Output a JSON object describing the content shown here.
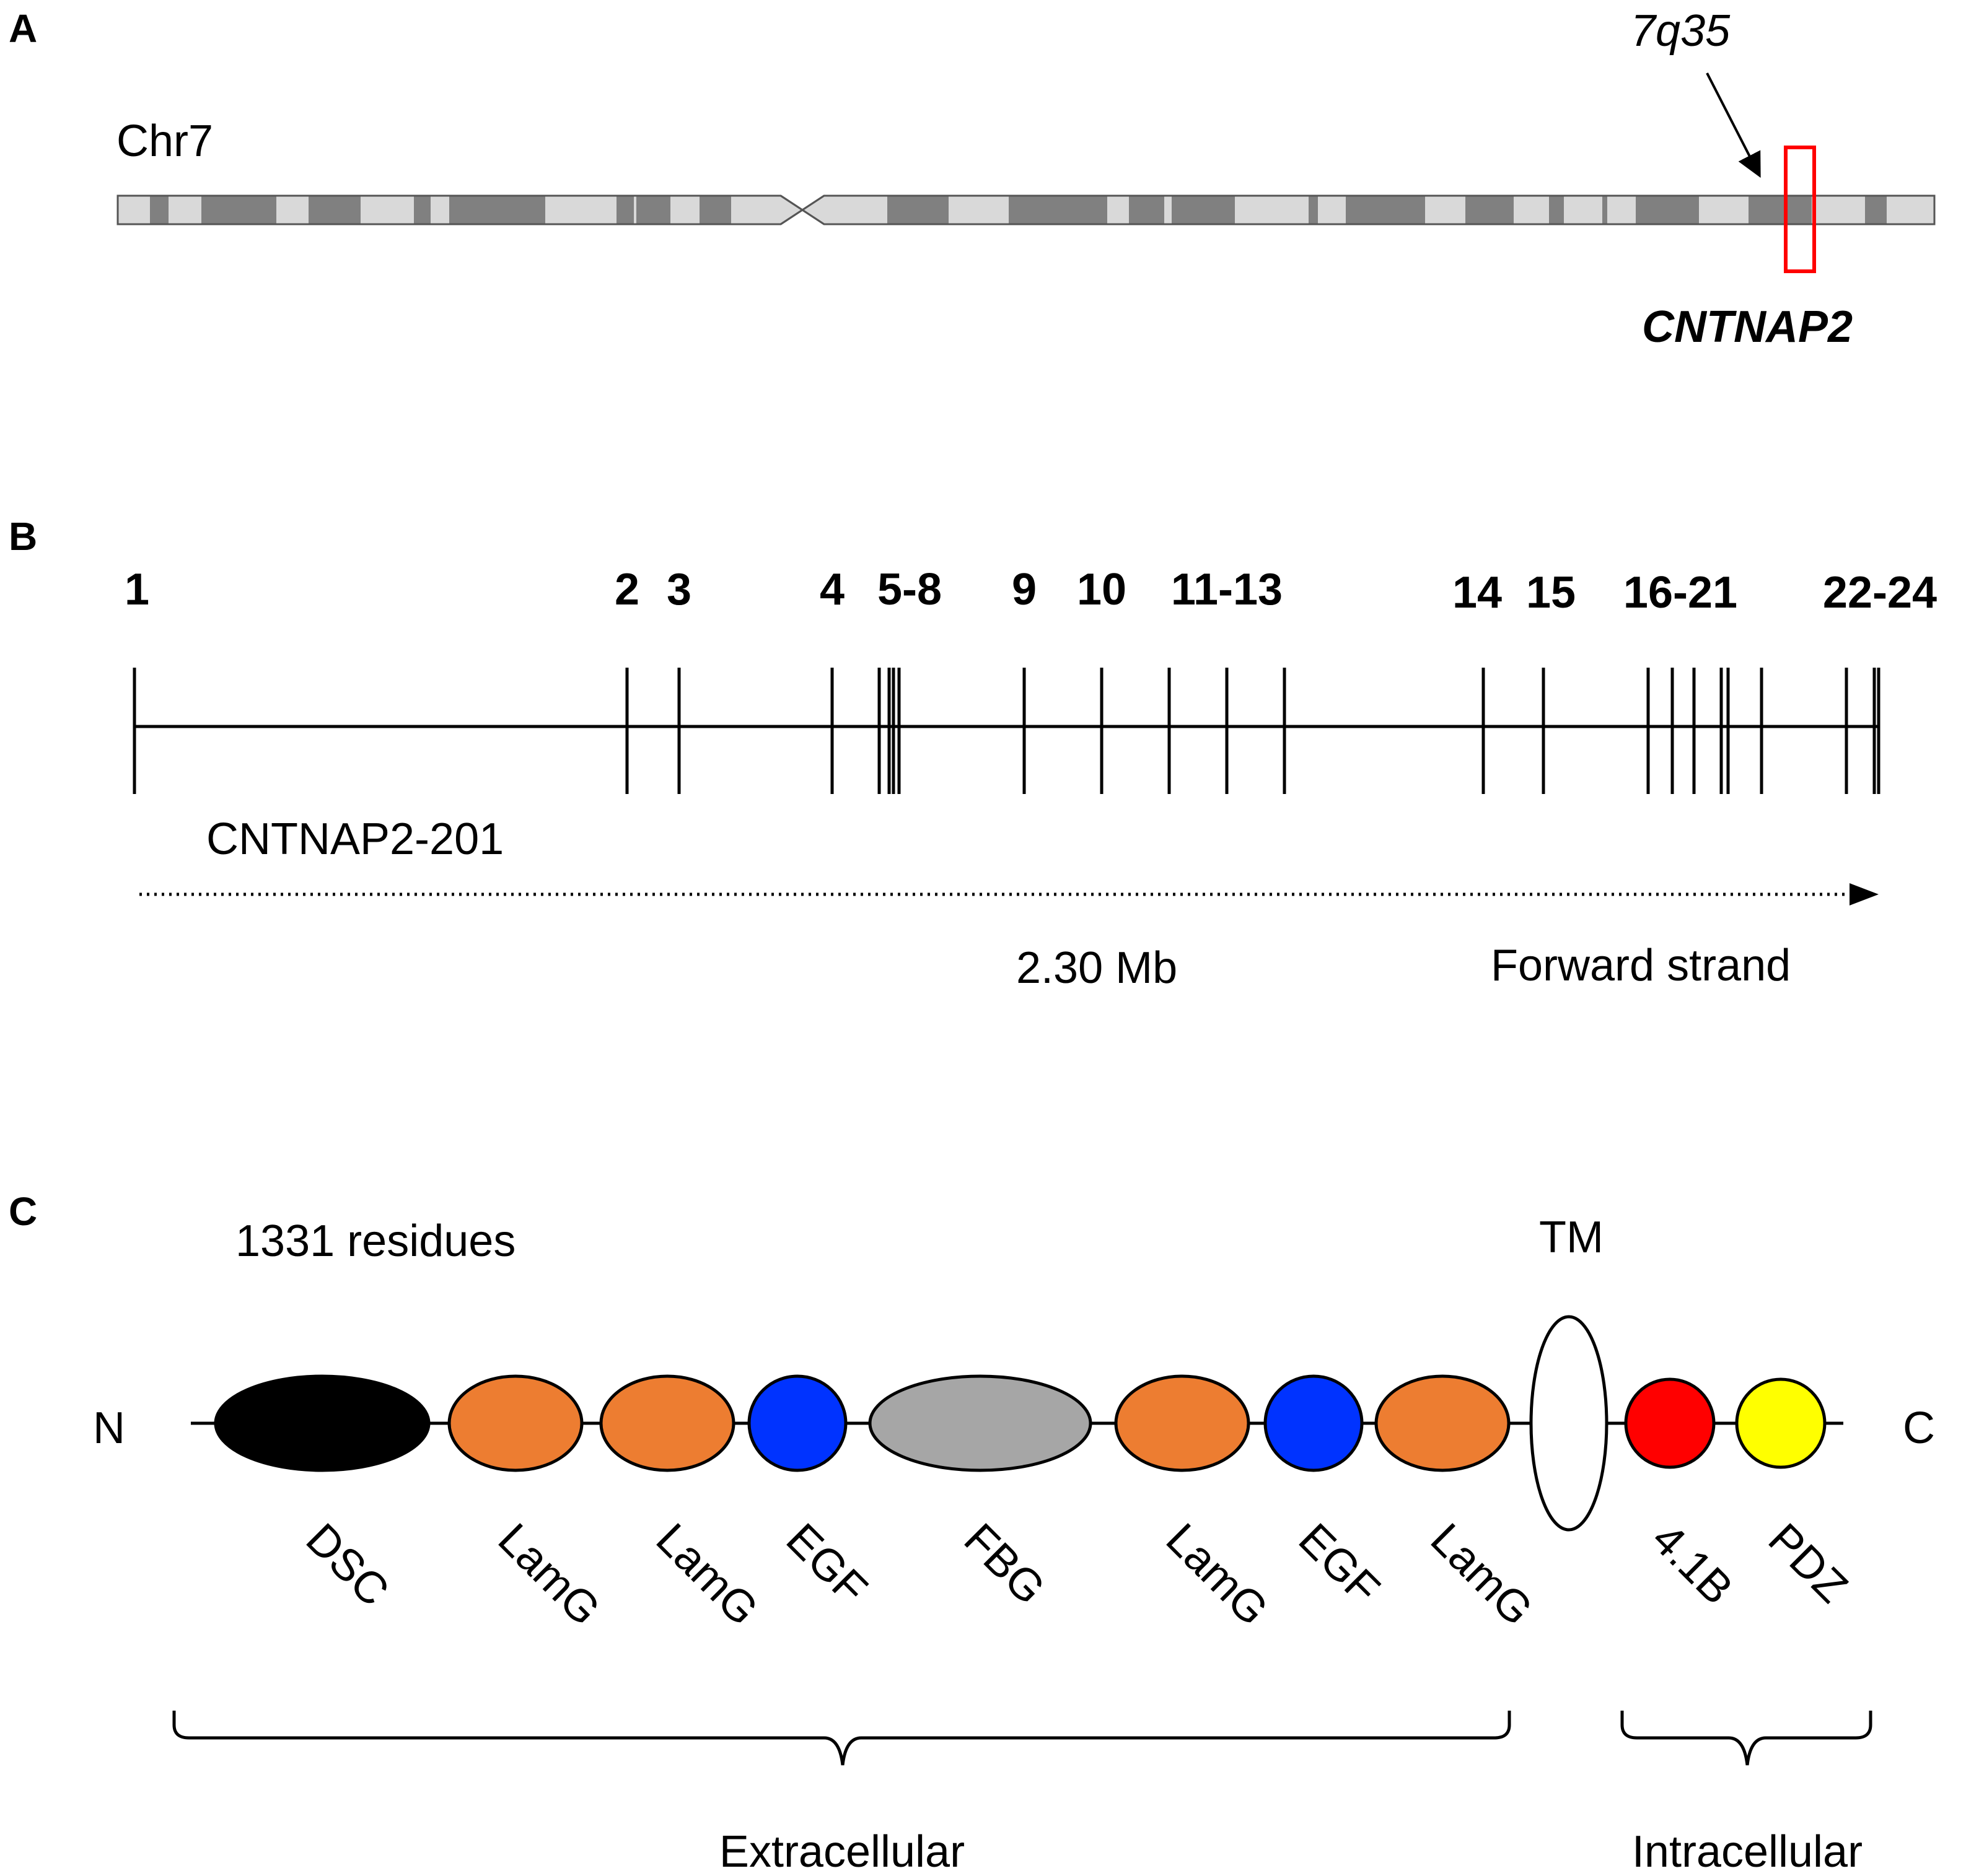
{
  "panels": {
    "a": {
      "letter": "A",
      "chromosome_label": "Chr7",
      "band_label": "7q35",
      "gene_label": "CNTNAP2",
      "gene_color": "#ff0000",
      "band_dark": "#808080",
      "band_light": "#d9d9d9"
    },
    "b": {
      "letter": "B",
      "exon_groups": [
        "1",
        "2",
        "3",
        "4",
        "5-8",
        "9",
        "10",
        "11-13",
        "14",
        "15",
        "16-21",
        "22-24"
      ],
      "transcript_label": "CNTNAP2-201",
      "length_label": "2.30 Mb",
      "strand_label": "Forward strand"
    },
    "c": {
      "letter": "C",
      "residues_label": "1331 residues",
      "tm_label": "TM",
      "n_terminus": "N",
      "c_terminus": "C",
      "domains": [
        {
          "name": "DSC",
          "color": "#000000"
        },
        {
          "name": "LamG",
          "color": "#ed7d31"
        },
        {
          "name": "LamG",
          "color": "#ed7d31"
        },
        {
          "name": "EGF",
          "color": "#0033ff"
        },
        {
          "name": "FBG",
          "color": "#a6a6a6"
        },
        {
          "name": "LamG",
          "color": "#ed7d31"
        },
        {
          "name": "EGF",
          "color": "#0033ff"
        },
        {
          "name": "LamG",
          "color": "#ed7d31"
        },
        {
          "name": "TM",
          "color": "#ffffff"
        },
        {
          "name": "4.1B",
          "color": "#ff0000"
        },
        {
          "name": "PDZ",
          "color": "#ffff00"
        }
      ],
      "extracellular_label": "Extracellular",
      "intracellular_label": "Intracellular"
    }
  }
}
